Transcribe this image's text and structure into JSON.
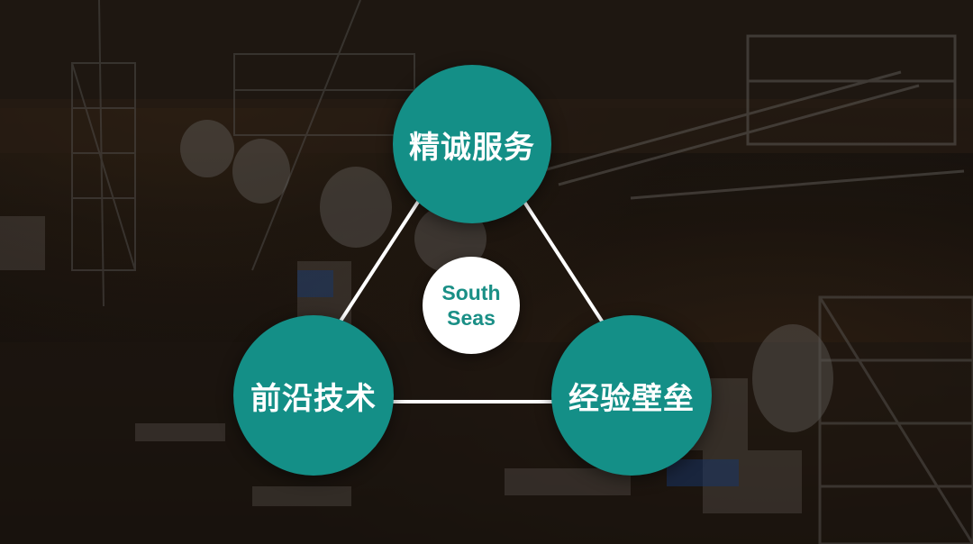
{
  "diagram": {
    "center": {
      "line1": "South",
      "line2": "Seas"
    },
    "nodes": [
      {
        "id": "top",
        "label": "精诚服务"
      },
      {
        "id": "left",
        "label": "前沿技术"
      },
      {
        "id": "right",
        "label": "经验壁垒"
      }
    ]
  },
  "colors": {
    "node_fill": "#148f87",
    "center_text": "#1a8f86",
    "connector": "#ffffff"
  }
}
